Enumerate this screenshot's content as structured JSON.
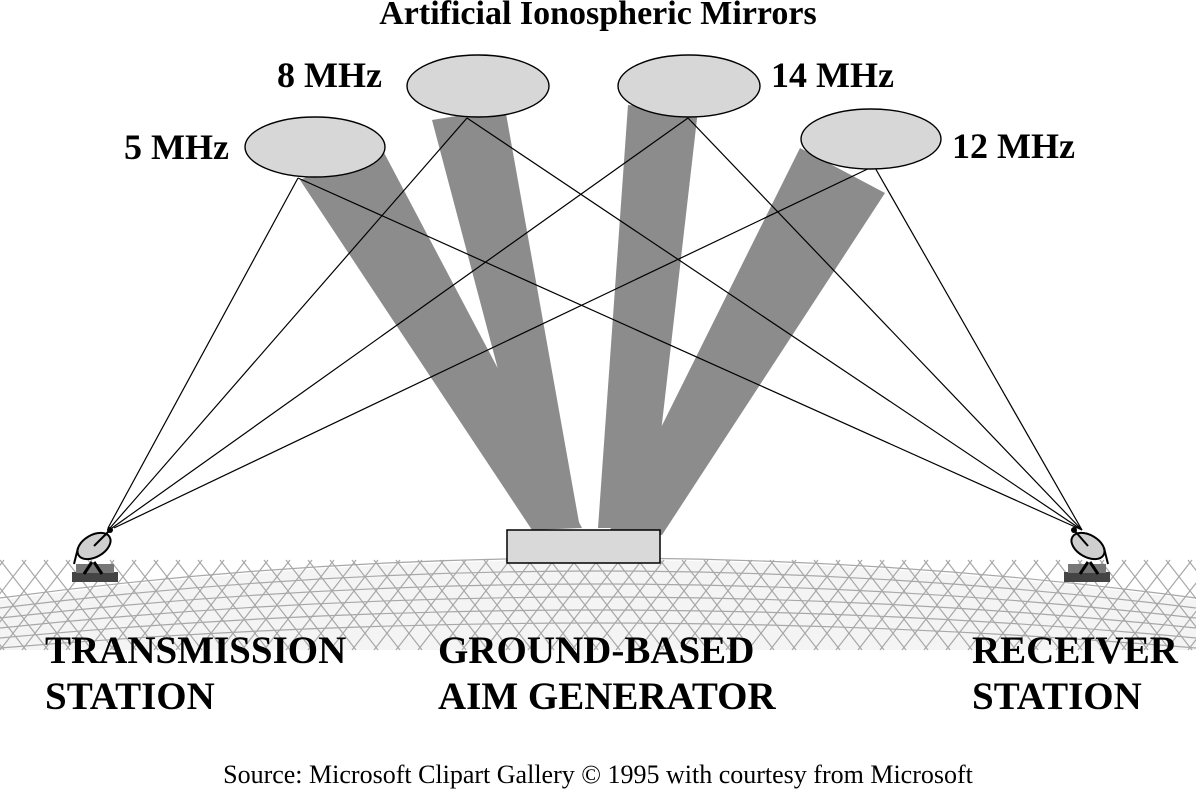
{
  "diagram": {
    "title": "Artificial Ionospheric Mirrors",
    "mirrors": [
      {
        "id": "5",
        "label": "5 MHz"
      },
      {
        "id": "8",
        "label": "8 MHz"
      },
      {
        "id": "14",
        "label": "14 MHz"
      },
      {
        "id": "12",
        "label": "12 MHz"
      }
    ],
    "stations": {
      "transmission": {
        "line1": "TRANSMISSION",
        "line2": "STATION"
      },
      "generator": {
        "line1": "GROUND-BASED",
        "line2": "AIM GENERATOR"
      },
      "receiver": {
        "line1": "RECEIVER",
        "line2": "STATION"
      }
    },
    "source": "Source: Microsoft Clipart Gallery © 1995 with courtesy from Microsoft"
  },
  "colors": {
    "beam": "#8c8c8c",
    "mirror_fill": "#d7d7d7",
    "ground_grid": "#a8a8a8",
    "generator_fill": "#d9d9d9",
    "ray": "#000000"
  }
}
